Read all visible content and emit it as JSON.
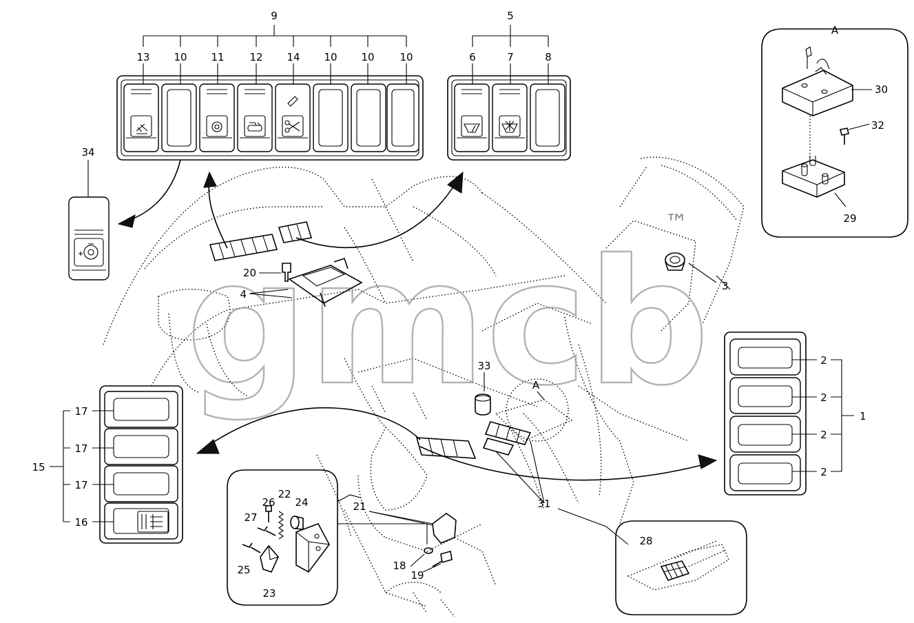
{
  "watermark": "gmcb",
  "trademark": "™",
  "callouts": {
    "c1": "1",
    "c2a": "2",
    "c2b": "2",
    "c2c": "2",
    "c2d": "2",
    "c3": "3",
    "c4": "4",
    "c5": "5",
    "c6": "6",
    "c7": "7",
    "c8": "8",
    "c9": "9",
    "c10a": "10",
    "c10b": "10",
    "c10c": "10",
    "c10d": "10",
    "c11": "11",
    "c12": "12",
    "c13": "13",
    "c14": "14",
    "c15": "15",
    "c16": "16",
    "c17a": "17",
    "c17b": "17",
    "c17c": "17",
    "c18": "18",
    "c19": "19",
    "c20": "20",
    "c21": "21",
    "c22": "22",
    "c23": "23",
    "c24": "24",
    "c25": "25",
    "c26": "26",
    "c27": "27",
    "c28": "28",
    "c29": "29",
    "c30": "30",
    "c31": "31",
    "c32": "32",
    "c33": "33",
    "c34": "34",
    "detailA_top": "A",
    "detailA_cab": "A"
  },
  "icons": {
    "work_light": "work-light-icon",
    "beacon": "beacon-icon",
    "travel": "travel-alarm-icon",
    "cutter": "cutter-icon",
    "wiper": "wiper-icon",
    "washer": "washer-icon",
    "horn": "horn-icon",
    "cab_light": "cab-light-icon"
  }
}
